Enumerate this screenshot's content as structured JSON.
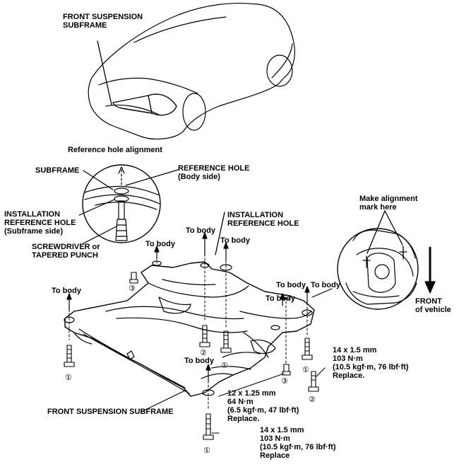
{
  "labels": {
    "front_suspension_subframe_top": [
      "FRONT SUSPENSION",
      "SUBFRAME"
    ],
    "reference_hole_alignment": "Reference hole alignment",
    "subframe": "SUBFRAME",
    "reference_hole": [
      "REFERENCE HOLE",
      "(Body side)"
    ],
    "installation_reference_hole_left": [
      "INSTALLATION",
      "REFERENCE HOLE",
      "(Subframe side)"
    ],
    "screwdriver": [
      "SCREWDRIVER or",
      "TAPERED PUNCH"
    ],
    "installation_reference_hole_mid": [
      "INSTALLATION",
      "REFERENCE HOLE"
    ],
    "make_alignment_mark": [
      "Make alignment",
      "mark here"
    ],
    "front_of_vehicle": [
      "FRONT",
      "of vehicle"
    ],
    "to_body": "To body",
    "front_suspension_subframe_bottom": "FRONT SUSPENSION SUBFRAME"
  },
  "specs": {
    "right_bolt": [
      "14 x 1.5 mm",
      "103 N·m",
      "(10.5 kgf·m, 76 lbf·ft)",
      "Replace."
    ],
    "mid_bolt": [
      "12 x 1.25 mm",
      "64 N·m",
      "(6.5 kgf·m, 47 lbf·ft)",
      "Replace."
    ],
    "bottom_bolt": [
      "14 x 1.5 mm",
      "103 N·m",
      "(10.5 kgf·m, 76 lbf·ft)",
      "Replace"
    ]
  },
  "callouts": {
    "one": "①",
    "two": "②",
    "three": "③"
  }
}
